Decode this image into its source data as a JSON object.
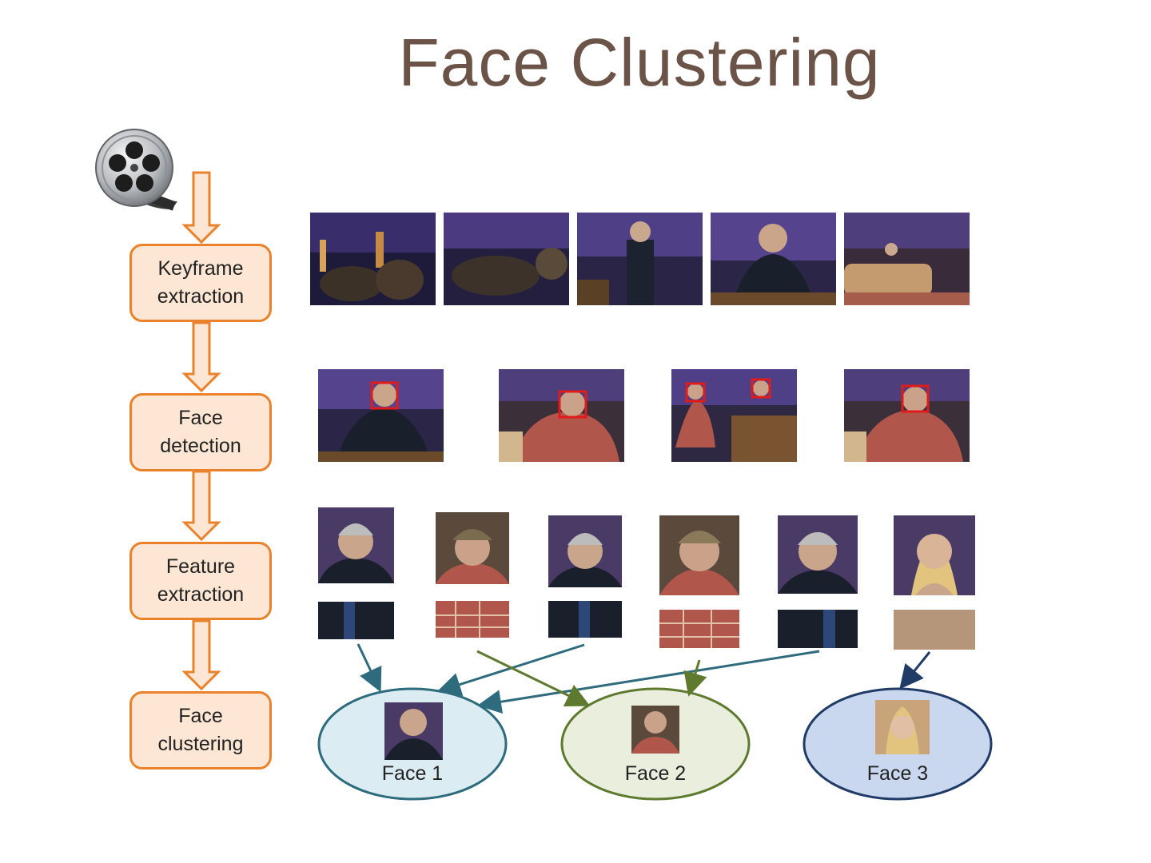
{
  "title": "Face Clustering",
  "stages": [
    {
      "line1": "Keyframe",
      "line2": "extraction"
    },
    {
      "line1": "Face",
      "line2": "detection"
    },
    {
      "line1": "Feature",
      "line2": "extraction"
    },
    {
      "line1": "Face",
      "line2": "clustering"
    }
  ],
  "clusters": [
    {
      "label": "Face 1"
    },
    {
      "label": "Face 2"
    },
    {
      "label": "Face 3"
    }
  ],
  "colors": {
    "stage_border": "#e9822a",
    "stage_fill": "#fde7d4",
    "title": "#6b5347",
    "cluster1_border": "#2e6b7d",
    "cluster1_fill": "#dcecf3",
    "cluster2_border": "#5d7a2e",
    "cluster2_fill": "#e9efdc",
    "cluster3_border": "#1f3b66",
    "cluster3_fill": "#c9d8ee",
    "detection_box": "#e11b1b"
  },
  "icons": {
    "film_reel": "film-reel-icon"
  }
}
